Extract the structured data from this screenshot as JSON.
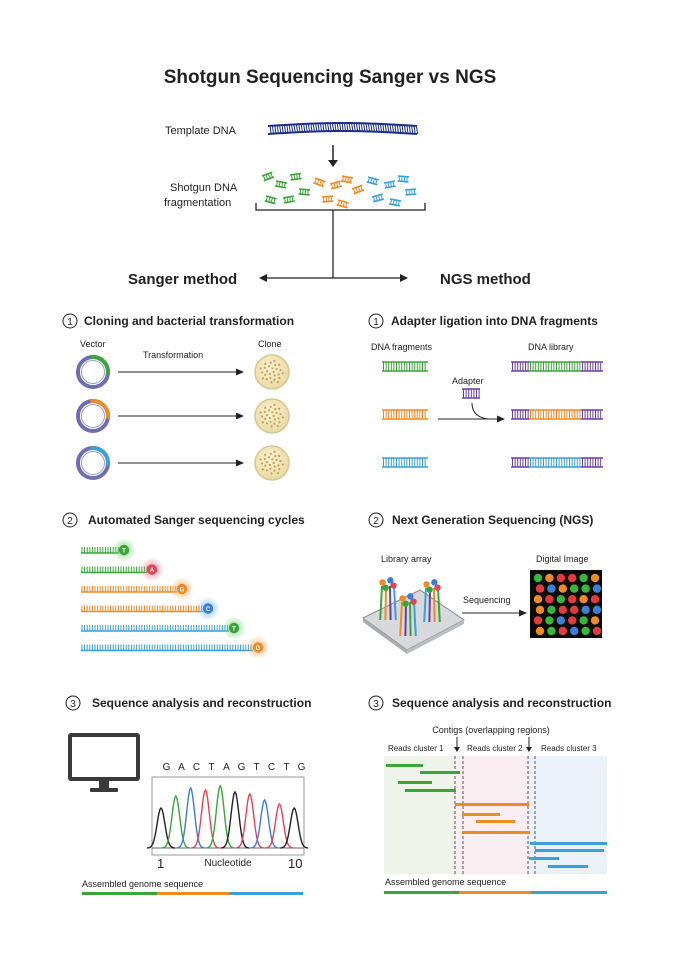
{
  "title": "Shotgun Sequencing Sanger vs NGS",
  "top": {
    "template_label": "Template DNA",
    "fragmentation_label_1": "Shotgun DNA",
    "fragmentation_label_2": "fragmentation"
  },
  "methods": {
    "sanger": "Sanger method",
    "ngs": "NGS method"
  },
  "sanger": {
    "step1": {
      "number": "1",
      "title": "Cloning and bacterial transformation",
      "vector_label": "Vector",
      "transformation_label": "Transformation",
      "clone_label": "Clone"
    },
    "step2": {
      "number": "2",
      "title": "Automated Sanger sequencing cycles",
      "terminators": [
        "T",
        "A",
        "G",
        "C",
        "T",
        "G"
      ]
    },
    "step3": {
      "number": "3",
      "title": "Sequence analysis and reconstruction",
      "sequence_letters": [
        "G",
        "A",
        "C",
        "T",
        "A",
        "G",
        "T",
        "C",
        "T",
        "G"
      ],
      "axis_start": "1",
      "axis_label": "Nucleotide",
      "axis_end": "10",
      "assembled_label": "Assembled genome sequence"
    }
  },
  "ngs": {
    "step1": {
      "number": "1",
      "title": "Adapter ligation into DNA fragments",
      "fragments_label": "DNA fragments",
      "library_label": "DNA library",
      "adapter_label": "Adapter"
    },
    "step2": {
      "number": "2",
      "title": "Next Generation Sequencing (NGS)",
      "array_label": "Library array",
      "image_label": "Digital Image",
      "sequencing_label": "Sequencing"
    },
    "step3": {
      "number": "3",
      "title": "Sequence analysis and reconstruction",
      "contigs_label": "Contigs (overlapping regions)",
      "clusters": [
        "Reads cluster 1",
        "Reads cluster 2",
        "Reads cluster 3"
      ],
      "assembled_label": "Assembled genome sequence"
    }
  },
  "colors": {
    "green": "#3aa63a",
    "orange": "#f08a24",
    "blue": "#3aa0d8",
    "purple": "#6a3fa0",
    "navy": "#1c2f8a"
  }
}
